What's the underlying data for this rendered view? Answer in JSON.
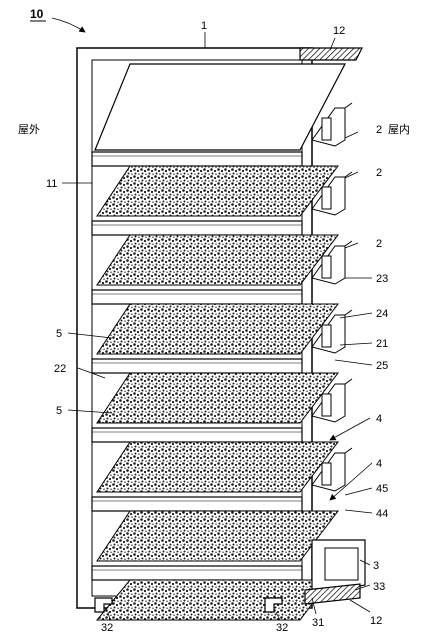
{
  "labels": {
    "ref_10": "10",
    "ref_1": "1",
    "ref_12_top": "12",
    "outdoor": "屋外",
    "indoor": "屋内",
    "ref_11": "11",
    "ref_2a": "2",
    "ref_2b": "2",
    "ref_2c": "2",
    "ref_23": "23",
    "ref_24": "24",
    "ref_21": "21",
    "ref_25": "25",
    "ref_5a": "5",
    "ref_5b": "5",
    "ref_22": "22",
    "ref_4a": "4",
    "ref_4b": "4",
    "ref_45": "45",
    "ref_44": "44",
    "ref_3": "3",
    "ref_33": "33",
    "ref_32a": "32",
    "ref_32b": "32",
    "ref_31": "31",
    "ref_12_bottom": "12"
  },
  "colors": {
    "line": "#000000",
    "background": "#ffffff",
    "texture": "#1a1a1a",
    "hatch": "#000000"
  },
  "louver_count": 7
}
